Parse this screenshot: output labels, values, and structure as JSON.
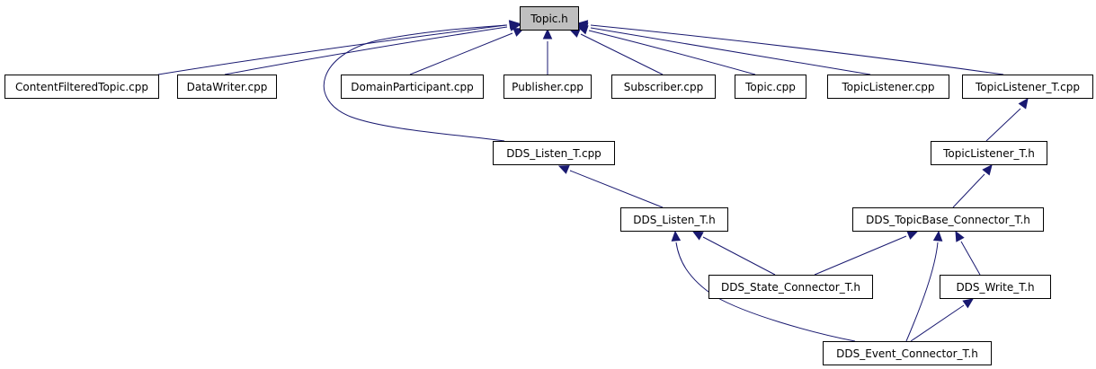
{
  "diagram": {
    "title": "",
    "colors": {
      "edge": "#191970",
      "root_fill": "#bfbfbf",
      "node_fill": "#ffffff",
      "border": "#000000"
    },
    "nodes": [
      {
        "id": "topic_h",
        "label": "Topic.h",
        "root": true
      },
      {
        "id": "cft_cpp",
        "label": "ContentFilteredTopic.cpp"
      },
      {
        "id": "datawriter_cpp",
        "label": "DataWriter.cpp"
      },
      {
        "id": "domainparticipant_cpp",
        "label": "DomainParticipant.cpp"
      },
      {
        "id": "publisher_cpp",
        "label": "Publisher.cpp"
      },
      {
        "id": "subscriber_cpp",
        "label": "Subscriber.cpp"
      },
      {
        "id": "topic_cpp",
        "label": "Topic.cpp"
      },
      {
        "id": "topiclistener_cpp",
        "label": "TopicListener.cpp"
      },
      {
        "id": "topiclistener_t_cpp",
        "label": "TopicListener_T.cpp"
      },
      {
        "id": "dds_listen_t_cpp",
        "label": "DDS_Listen_T.cpp"
      },
      {
        "id": "topiclistener_t_h",
        "label": "TopicListener_T.h"
      },
      {
        "id": "dds_listen_t_h",
        "label": "DDS_Listen_T.h"
      },
      {
        "id": "dds_topicbase_connector_t_h",
        "label": "DDS_TopicBase_Connector_T.h"
      },
      {
        "id": "dds_state_connector_t_h",
        "label": "DDS_State_Connector_T.h"
      },
      {
        "id": "dds_write_t_h",
        "label": "DDS_Write_T.h"
      },
      {
        "id": "dds_event_connector_t_h",
        "label": "DDS_Event_Connector_T.h"
      }
    ],
    "edges": [
      {
        "from": "cft_cpp",
        "to": "topic_h"
      },
      {
        "from": "datawriter_cpp",
        "to": "topic_h"
      },
      {
        "from": "domainparticipant_cpp",
        "to": "topic_h"
      },
      {
        "from": "publisher_cpp",
        "to": "topic_h"
      },
      {
        "from": "subscriber_cpp",
        "to": "topic_h"
      },
      {
        "from": "topic_cpp",
        "to": "topic_h"
      },
      {
        "from": "topiclistener_cpp",
        "to": "topic_h"
      },
      {
        "from": "topiclistener_t_cpp",
        "to": "topic_h"
      },
      {
        "from": "dds_listen_t_cpp",
        "to": "topic_h"
      },
      {
        "from": "topiclistener_t_h",
        "to": "topiclistener_t_cpp"
      },
      {
        "from": "dds_listen_t_h",
        "to": "dds_listen_t_cpp"
      },
      {
        "from": "dds_topicbase_connector_t_h",
        "to": "topiclistener_t_h"
      },
      {
        "from": "dds_state_connector_t_h",
        "to": "dds_listen_t_h"
      },
      {
        "from": "dds_state_connector_t_h",
        "to": "dds_topicbase_connector_t_h"
      },
      {
        "from": "dds_write_t_h",
        "to": "dds_topicbase_connector_t_h"
      },
      {
        "from": "dds_event_connector_t_h",
        "to": "dds_listen_t_h"
      },
      {
        "from": "dds_event_connector_t_h",
        "to": "dds_topicbase_connector_t_h"
      },
      {
        "from": "dds_event_connector_t_h",
        "to": "dds_write_t_h"
      }
    ]
  }
}
